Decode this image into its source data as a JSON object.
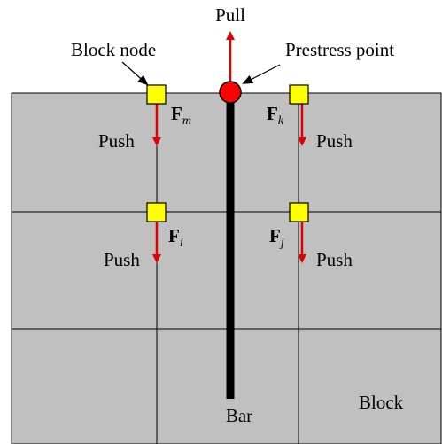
{
  "labels": {
    "pull": "Pull",
    "block_node": "Block node",
    "prestress_point": "Prestress point",
    "push": "Push",
    "bar": "Bar",
    "block": "Block"
  },
  "forces": {
    "fm": {
      "symbol": "F",
      "subscript": "m"
    },
    "fk": {
      "symbol": "F",
      "subscript": "k"
    },
    "fi": {
      "symbol": "F",
      "subscript": "i"
    },
    "fj": {
      "symbol": "F",
      "subscript": "j"
    }
  },
  "colors": {
    "block_fill": "#c0c0c0",
    "grid_line": "#000000",
    "node_fill": "#ffff00",
    "prestress_fill": "#ff0000",
    "arrow": "#e00000",
    "bar": "#000000"
  }
}
